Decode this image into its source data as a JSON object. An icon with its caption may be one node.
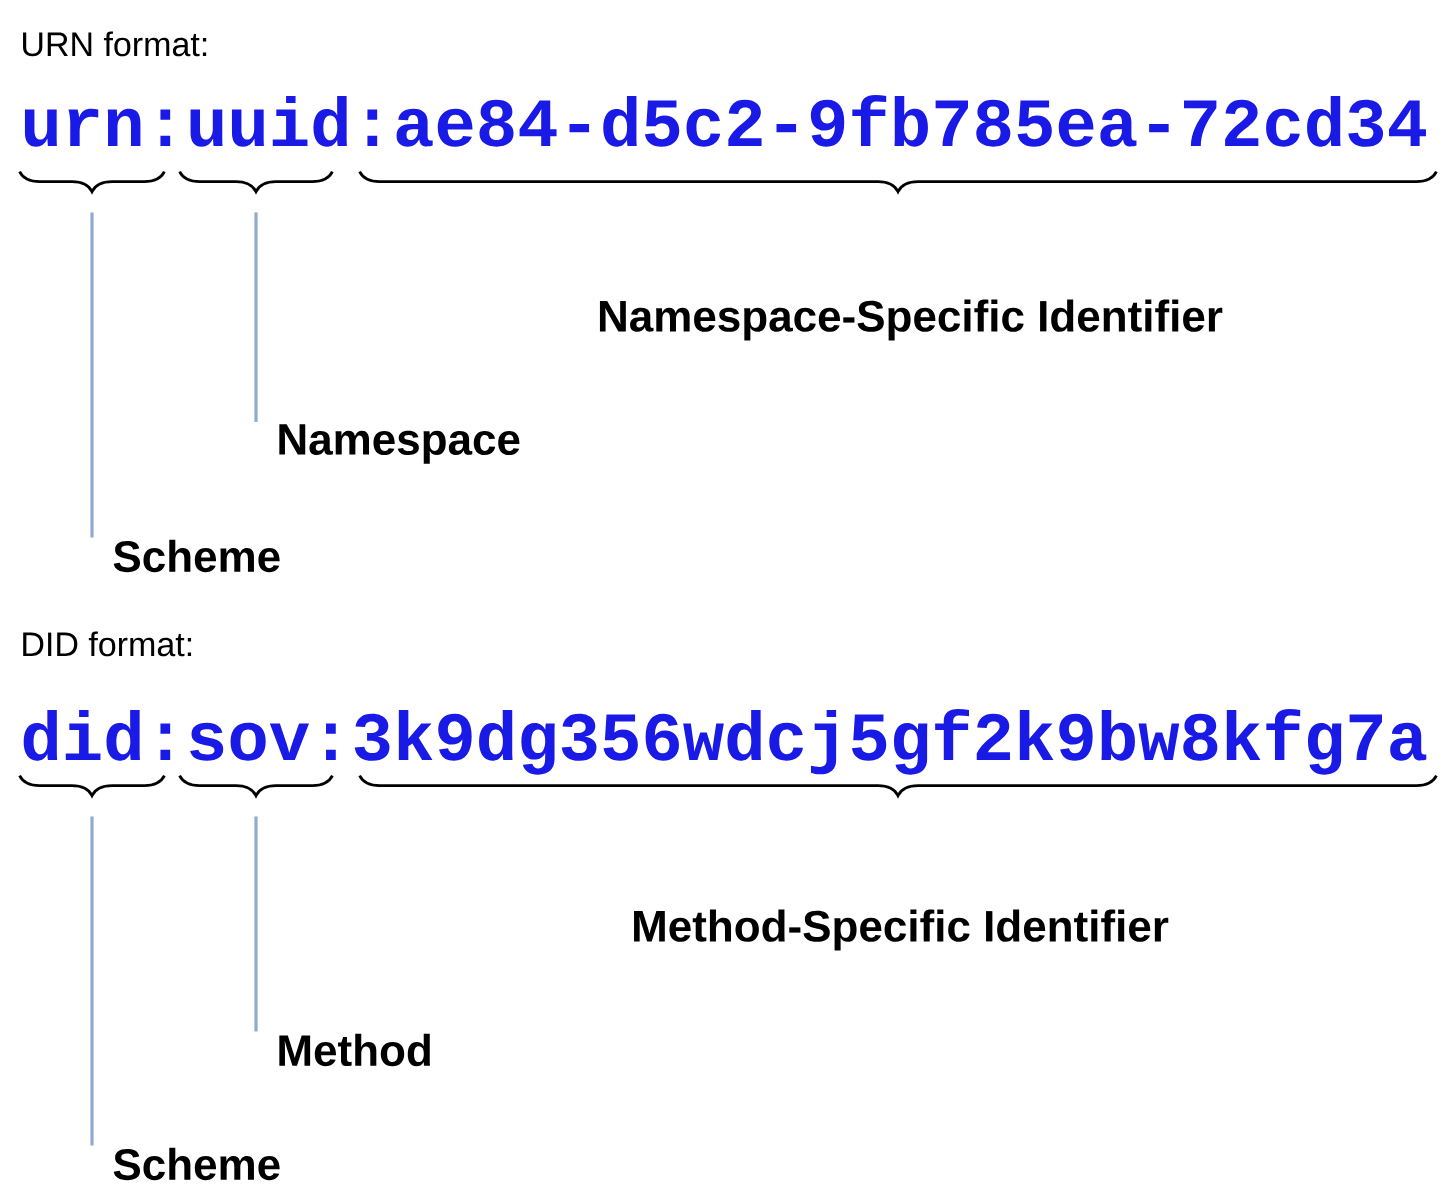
{
  "diagram": {
    "nodes": [
      {
        "text": [],
        "shape": "brace"
      },
      {
        "text": [],
        "shape": "brace"
      },
      {
        "text": [],
        "shape": "brace"
      },
      {
        "text": [
          "Namespace-Specific Identifier"
        ]
      },
      {
        "text": [
          "Namespace"
        ]
      },
      {
        "text": [
          "Scheme"
        ]
      },
      {
        "text": [],
        "shape": "brace"
      },
      {
        "text": [],
        "shape": "brace"
      },
      {
        "text": [],
        "shape": "brace"
      },
      {
        "text": [
          "Method-Specific Identifier"
        ]
      },
      {
        "text": [
          "Method"
        ]
      },
      {
        "text": [
          "Scheme"
        ]
      }
    ],
    "edges": [
      {
        "from": 4,
        "to": 1,
        "arrow": "none"
      },
      {
        "from": 5,
        "to": 0,
        "arrow": "none"
      },
      {
        "from": 10,
        "to": 7,
        "arrow": "none"
      },
      {
        "from": 11,
        "to": 6,
        "arrow": "none"
      }
    ],
    "labels": [
      "URN format:",
      "urn:uuid:ae84-d5c2-9fb785ea-72cd34",
      "DID format:",
      "did:sov:3k9dg356wdcj5gf2k9bw8kfg7a"
    ]
  }
}
